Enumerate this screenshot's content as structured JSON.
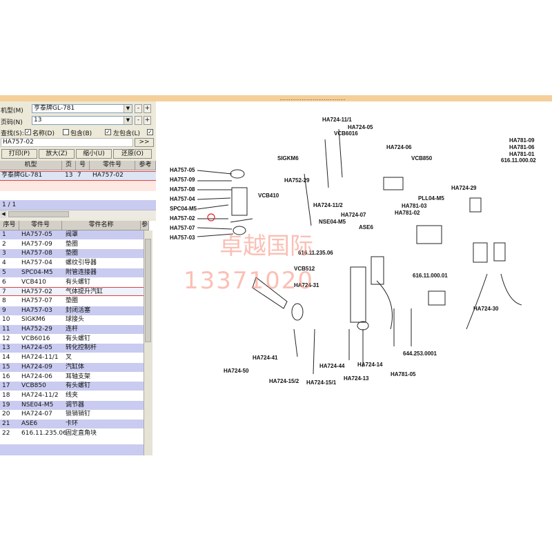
{
  "window": {
    "title": "………………………………"
  },
  "filters": {
    "model_label": "机型(M)",
    "model_value": "亨泰牌GL-781",
    "page_label": "页码(N)",
    "page_value": "13",
    "search_label": "查找(S):",
    "opt_name": "名称(D)",
    "opt_contains1": "包含(B)",
    "opt_left_contains": "左包含(L)",
    "search_value": "HA757-02",
    "go_label": ">>"
  },
  "toolbar": {
    "print": "打印(P)",
    "zoom_in": "放大(Z)",
    "zoom_out": "缩小(U)",
    "restore": "还原(O)"
  },
  "result_table": {
    "headers": [
      "机型",
      "页",
      "号",
      "零件号",
      "参考"
    ],
    "rows": [
      {
        "model": "亨泰牌GL-781",
        "page": "13",
        "num": "7",
        "part": "HA757-02"
      }
    ],
    "count": "1 / 1"
  },
  "parts_table": {
    "headers": [
      "序号",
      "零件号",
      "零件名称",
      "参"
    ],
    "rows": [
      {
        "no": "1",
        "part": "HA757-05",
        "name": "阀罩"
      },
      {
        "no": "2",
        "part": "HA757-09",
        "name": "垫圈"
      },
      {
        "no": "3",
        "part": "HA757-08",
        "name": "垫圈"
      },
      {
        "no": "4",
        "part": "HA757-04",
        "name": "螺纹引导器"
      },
      {
        "no": "5",
        "part": "SPC04-M5",
        "name": "附管连接器"
      },
      {
        "no": "6",
        "part": "VCB410",
        "name": "有头螺钉"
      },
      {
        "no": "7",
        "part": "HA757-02",
        "name": "气体提升汽缸"
      },
      {
        "no": "8",
        "part": "HA757-07",
        "name": "垫圈"
      },
      {
        "no": "9",
        "part": "HA757-03",
        "name": "封闭活塞"
      },
      {
        "no": "10",
        "part": "SIGKM6",
        "name": "球接头"
      },
      {
        "no": "11",
        "part": "HA752-29",
        "name": "连杆"
      },
      {
        "no": "12",
        "part": "VCB6016",
        "name": "有头螺钉"
      },
      {
        "no": "13",
        "part": "HA724-05",
        "name": "转化控制杆"
      },
      {
        "no": "14",
        "part": "HA724-11/1",
        "name": "叉"
      },
      {
        "no": "15",
        "part": "HA724-09",
        "name": "汽缸体"
      },
      {
        "no": "16",
        "part": "HA724-06",
        "name": "耳轴支架"
      },
      {
        "no": "17",
        "part": "VCB850",
        "name": "有头螺钉"
      },
      {
        "no": "18",
        "part": "HA724-11/2",
        "name": "线夹"
      },
      {
        "no": "19",
        "part": "NSE04-M5",
        "name": "调节器"
      },
      {
        "no": "20",
        "part": "HA724-07",
        "name": "锁销销钉"
      },
      {
        "no": "21",
        "part": "ASE6",
        "name": "卡环"
      },
      {
        "no": "22",
        "part": "616.11.235.06",
        "name": "固定直角块"
      }
    ]
  },
  "diagram": {
    "labels": [
      "HA724-11/1",
      "VCB6016",
      "HA724-05",
      "HA724-06",
      "VCB850",
      "SIGKM6",
      "HA757-05",
      "HA757-09",
      "HA757-08",
      "HA757-04",
      "SPC04-M5",
      "HA757-02",
      "HA757-07",
      "HA757-03",
      "VCB410",
      "HA752-29",
      "HA724-11/2",
      "NSE04-M5",
      "HA724-07",
      "ASE6",
      "PLL04-M5",
      "HA781-03",
      "HA781-02",
      "HA724-29",
      "616.11.235.06",
      "VCB512",
      "HA724-31",
      "616.11.000.01",
      "HA724-41",
      "HA724-50",
      "HA724-15/2",
      "HA724-15/1",
      "HA724-44",
      "HA724-14",
      "HA724-13",
      "HA781-05",
      "644.253.0001",
      "HA724-30",
      "HA781-09",
      "HA781-06",
      "HA781-01",
      "616.11.000.02"
    ],
    "watermark_cn": "卓越国际",
    "watermark_num": "13371020"
  }
}
